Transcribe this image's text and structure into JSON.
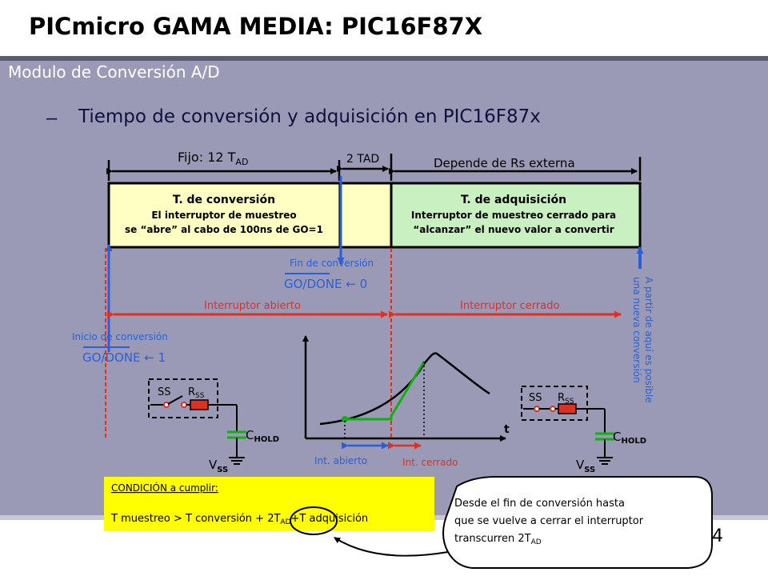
{
  "slide": {
    "title": "PICmicro GAMA MEDIA: PIC16F87X",
    "section_heading": "Modulo de Conversión A/D",
    "bullet_dash": "–",
    "bullet_text": "Tiempo de conversión y adquisición en PIC16F87x",
    "page_number": "14"
  },
  "diagram": {
    "fixed_prefix": "Fijo: 12 T",
    "fixed_sub": "AD",
    "two_tad": "2 TAD",
    "depends": "Depende de Rs externa",
    "conv_title": "T. de conversión",
    "conv_line1": "El interruptor de muestreo",
    "conv_line2": "se “abre” al cabo de 100ns de GO=1",
    "acq_title": "T. de adquisición",
    "acq_line1": "Interruptor de muestreo cerrado para",
    "acq_line2": "“alcanzar” el nuevo valor a convertir",
    "end_conv": "Fin de conversión",
    "go_done_0": "GO/DONE ← 0",
    "open_switch": "Interruptor abierto",
    "closed_switch": "Interruptor cerrado",
    "start_conv": "Inicio de conversión",
    "go_done_1": "GO/DONE ← 1",
    "vertical_line1": "A partir de aquí es posible",
    "vertical_line2": "una nueva conversión",
    "ss_label": "SS",
    "r_prefix": "R",
    "r_sub": "SS",
    "c_prefix": "C",
    "c_sub": "HOLD",
    "v_prefix": "V",
    "v_sub": "SS",
    "t_axis": "t",
    "int_open": "Int. abierto",
    "int_closed": "Int. cerrado",
    "condition_title": "CONDICIÓN a cumplir:",
    "condition_prefix": "T muestreo > T conversión + 2T",
    "condition_sub": "AD",
    "condition_suffix": "+T adquisición",
    "note_line1": "Desde el fin de conversión hasta",
    "note_line2": "que se vuelve a cerrar el interruptor",
    "note_line3_prefix": "transcurren 2T",
    "note_line3_sub": "AD"
  },
  "colors": {
    "band": "#9a9ab6",
    "conv_box": "#ffffc4",
    "acq_box": "#c8f0c0",
    "red": "#e03020",
    "blue": "#2a5fd8",
    "green": "#10b010",
    "condition_box": "#ffff00"
  }
}
